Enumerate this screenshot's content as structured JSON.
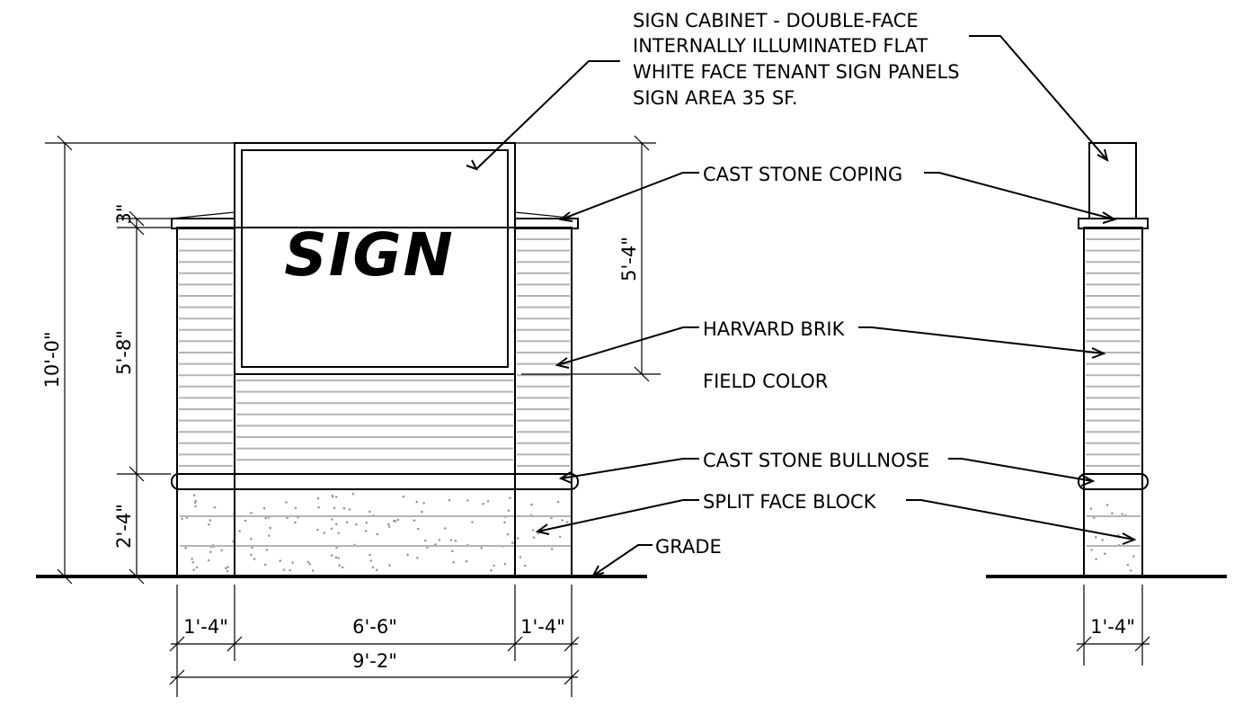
{
  "sign_panel": {
    "text": "SIGN"
  },
  "callouts": {
    "sign_cabinet": [
      "SIGN CABINET - DOUBLE-FACE",
      "INTERNALLY ILLUMINATED FLAT",
      "WHITE FACE TENANT SIGN PANELS",
      "SIGN AREA 35 SF."
    ],
    "coping": "CAST STONE COPING",
    "brick": "HARVARD BRIK",
    "field_color": "FIELD COLOR",
    "bullnose": "CAST STONE BULLNOSE",
    "split_face": "SPLIT FACE BLOCK",
    "grade": "GRADE"
  },
  "dimensions": {
    "overall_height": "10'-0\"",
    "coping_height": "3\"",
    "brick_height": "5'-8\"",
    "base_height": "2'-4\"",
    "cabinet_height": "5'-4\"",
    "left_column": "1'-4\"",
    "cabinet_width": "6'-6\"",
    "right_column": "1'-4\"",
    "overall_width": "9'-2\"",
    "side_width": "1'-4\""
  },
  "colors": {
    "line": "#000000",
    "brick_hatch": "#b4b4b4",
    "block_dots": "#9a9a9a",
    "background": "#ffffff"
  }
}
